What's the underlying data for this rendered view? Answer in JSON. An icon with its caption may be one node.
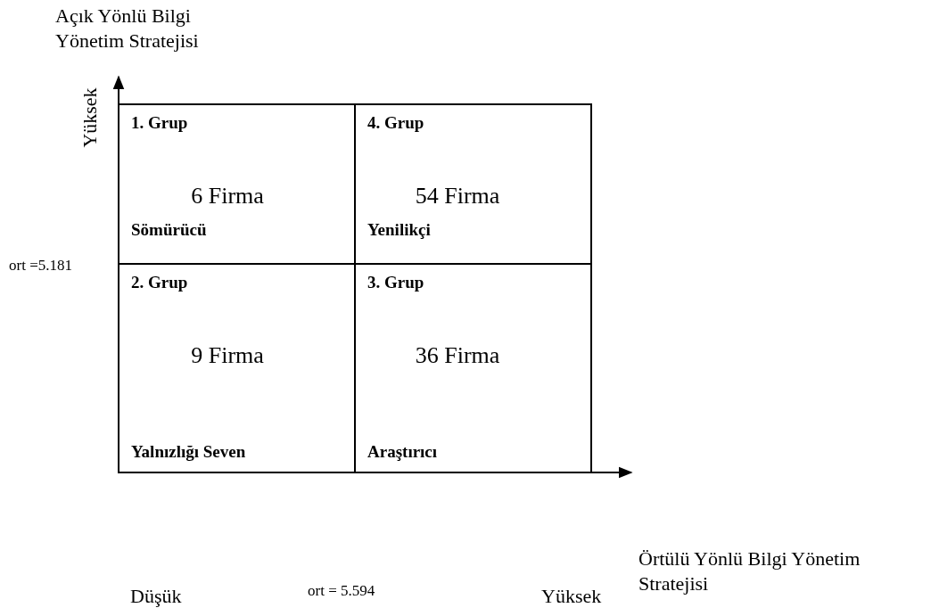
{
  "diagram": {
    "nodes": [
      {
        "text": [
          "1. Grup",
          "6 Firma",
          "Sömürücü"
        ]
      },
      {
        "text": [
          "4. Grup",
          "54 Firma",
          "Yenilikçi"
        ]
      },
      {
        "text": [
          "2. Grup",
          "9 Firma",
          "Yalnızlığı Seven"
        ]
      },
      {
        "text": [
          "3. Grup",
          "36 Firma",
          "Araştırıcı"
        ]
      }
    ],
    "edges": [],
    "labels": [
      "Açık Yönlü Bilgi Yönetim Stratejisi",
      "Yüksek",
      "ort =5.181",
      "Örtülü Yönlü Bilgi Yönetim Stratejisi",
      "Düşük",
      "ort = 5.594",
      "Yüksek"
    ]
  }
}
